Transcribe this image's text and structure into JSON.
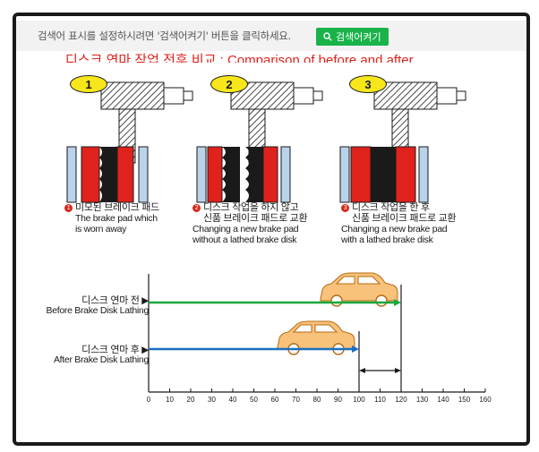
{
  "search_bar": {
    "message": "검색어 표시를 설정하시려면 '검색어켜기' 버튼을 클릭하세요.",
    "button_label": "검색어켜기",
    "button_color": "#19b34a"
  },
  "figure": {
    "title": "디스크 연마 작업 전후 비교 : Comparison of before and after",
    "stages": [
      {
        "number": "1",
        "korean": "미모된 브레이크 패드",
        "english_1": "The brake pad which",
        "english_2": "is worn away"
      },
      {
        "number": "2",
        "korean_1": "디스크 작업을 하지 않고",
        "korean_2": "신품 브레이크 패드로 교환",
        "english_1": "Changing a new brake pad",
        "english_2": "without a lathed brake disk"
      },
      {
        "number": "3",
        "korean_1": "디스크 작업을 한 후",
        "korean_2": "신품 브레이크 패드로 교환",
        "english_1": "Changing a new brake pad",
        "english_2": "with a lathed brake disk"
      }
    ],
    "colors": {
      "pad_red": "#e0221c",
      "badge_yellow": "#f7e61a",
      "green_arrow": "#19a83c",
      "blue_arrow": "#1a6fbf",
      "car": "#f2a23a"
    }
  },
  "chart_data": {
    "type": "bar",
    "categories": [
      "Before Brake Disk Lathing",
      "After Brake Disk Lathing"
    ],
    "categories_korean": [
      "디스크 연마 전",
      "디스크 연마 후"
    ],
    "values": [
      120,
      100
    ],
    "xlim": [
      0,
      160
    ],
    "xticks": [
      0,
      10,
      20,
      30,
      40,
      50,
      60,
      70,
      80,
      90,
      100,
      110,
      120,
      130,
      140,
      150,
      160
    ]
  }
}
